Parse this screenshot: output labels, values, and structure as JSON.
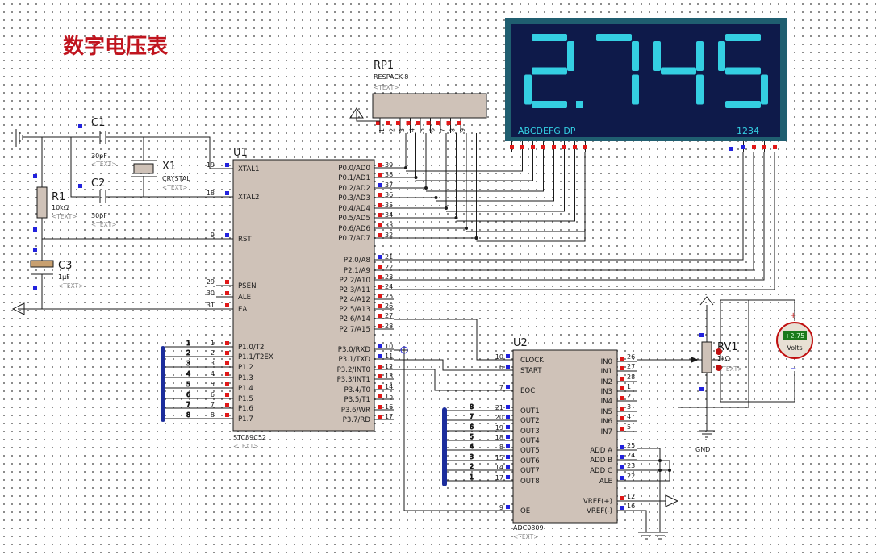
{
  "title": "数字电压表",
  "colors": {
    "title": "#c0141e",
    "chip_fill": "#cfc2b8",
    "display_bezel": "#1f5e70",
    "display_face": "#0e1a4a",
    "segment": "#34cfe2",
    "pin_red": "#e01818",
    "pin_blue": "#2222dd",
    "bus": "#1c2d9c"
  },
  "placeholder": "<TEXT>",
  "display": {
    "value": "2.745",
    "digits": [
      "2",
      "7",
      "4",
      "5"
    ],
    "decimal_after_index": 0,
    "label_segments": "ABCDEFG  DP",
    "label_digits": "1234"
  },
  "u1": {
    "ref": "U1",
    "part": "STC89C52",
    "left_pins": [
      {
        "num": "19",
        "name": "XTAL1"
      },
      {
        "num": "18",
        "name": "XTAL2"
      },
      {
        "num": "9",
        "name": "RST"
      },
      {
        "num": "29",
        "name": "PSEN"
      },
      {
        "num": "30",
        "name": "ALE"
      },
      {
        "num": "31",
        "name": "EA"
      },
      {
        "num": "1",
        "name": "P1.0/T2"
      },
      {
        "num": "2",
        "name": "P1.1/T2EX"
      },
      {
        "num": "3",
        "name": "P1.2"
      },
      {
        "num": "4",
        "name": "P1.3"
      },
      {
        "num": "5",
        "name": "P1.4"
      },
      {
        "num": "6",
        "name": "P1.5"
      },
      {
        "num": "7",
        "name": "P1.6"
      },
      {
        "num": "8",
        "name": "P1.7"
      }
    ],
    "right_pins": [
      {
        "num": "39",
        "name": "P0.0/AD0"
      },
      {
        "num": "38",
        "name": "P0.1/AD1"
      },
      {
        "num": "37",
        "name": "P0.2/AD2"
      },
      {
        "num": "36",
        "name": "P0.3/AD3"
      },
      {
        "num": "35",
        "name": "P0.4/AD4"
      },
      {
        "num": "34",
        "name": "P0.5/AD5"
      },
      {
        "num": "33",
        "name": "P0.6/AD6"
      },
      {
        "num": "32",
        "name": "P0.7/AD7"
      },
      {
        "num": "21",
        "name": "P2.0/A8"
      },
      {
        "num": "22",
        "name": "P2.1/A9"
      },
      {
        "num": "23",
        "name": "P2.2/A10"
      },
      {
        "num": "24",
        "name": "P2.3/A11"
      },
      {
        "num": "25",
        "name": "P2.4/A12"
      },
      {
        "num": "26",
        "name": "P2.5/A13"
      },
      {
        "num": "27",
        "name": "P2.6/A14"
      },
      {
        "num": "28",
        "name": "P2.7/A15"
      },
      {
        "num": "10",
        "name": "P3.0/RXD"
      },
      {
        "num": "11",
        "name": "P3.1/TXD"
      },
      {
        "num": "12",
        "name": "P3.2/INT0"
      },
      {
        "num": "13",
        "name": "P3.3/INT1"
      },
      {
        "num": "14",
        "name": "P3.4/T0"
      },
      {
        "num": "15",
        "name": "P3.5/T1"
      },
      {
        "num": "16",
        "name": "P3.6/WR"
      },
      {
        "num": "17",
        "name": "P3.7/RD"
      }
    ],
    "bus_labels": [
      "1",
      "2",
      "3",
      "4",
      "5",
      "6",
      "7",
      "8"
    ]
  },
  "u2": {
    "ref": "U2",
    "part": "ADC0809",
    "left_pins": [
      {
        "num": "10",
        "name": "CLOCK"
      },
      {
        "num": "6",
        "name": "START"
      },
      {
        "num": "7",
        "name": "EOC"
      },
      {
        "num": "21",
        "name": "OUT1"
      },
      {
        "num": "20",
        "name": "OUT2"
      },
      {
        "num": "19",
        "name": "OUT3"
      },
      {
        "num": "18",
        "name": "OUT4"
      },
      {
        "num": "8",
        "name": "OUT5"
      },
      {
        "num": "15",
        "name": "OUT6"
      },
      {
        "num": "14",
        "name": "OUT7"
      },
      {
        "num": "17",
        "name": "OUT8"
      },
      {
        "num": "9",
        "name": "OE"
      }
    ],
    "right_pins": [
      {
        "num": "26",
        "name": "IN0"
      },
      {
        "num": "27",
        "name": "IN1"
      },
      {
        "num": "28",
        "name": "IN2"
      },
      {
        "num": "1",
        "name": "IN3"
      },
      {
        "num": "2",
        "name": "IN4"
      },
      {
        "num": "3",
        "name": "IN5"
      },
      {
        "num": "4",
        "name": "IN6"
      },
      {
        "num": "5",
        "name": "IN7"
      },
      {
        "num": "25",
        "name": "ADD A"
      },
      {
        "num": "24",
        "name": "ADD B"
      },
      {
        "num": "23",
        "name": "ADD C"
      },
      {
        "num": "22",
        "name": "ALE"
      },
      {
        "num": "12",
        "name": "VREF(+)"
      },
      {
        "num": "16",
        "name": "VREF(-)"
      }
    ],
    "bus_labels": [
      "8",
      "7",
      "6",
      "5",
      "4",
      "3",
      "2",
      "1"
    ]
  },
  "rp1": {
    "ref": "RP1",
    "part": "RESPACK-8",
    "pins": [
      "1",
      "2",
      "3",
      "4",
      "5",
      "6",
      "7",
      "8",
      "9"
    ]
  },
  "c1": {
    "ref": "C1",
    "value": "30pF"
  },
  "c2": {
    "ref": "C2",
    "value": "30pF"
  },
  "c3": {
    "ref": "C3",
    "value": "1μF"
  },
  "x1": {
    "ref": "X1",
    "value": "CRYSTAL"
  },
  "r1": {
    "ref": "R1",
    "value": "10kΩ"
  },
  "rv1": {
    "ref": "RV1",
    "value": "1kΩ"
  },
  "voltmeter": {
    "reading": "+2.75",
    "unit": "Volts",
    "plus": "+",
    "minus": "−"
  },
  "gnd": {
    "label": "GND"
  }
}
